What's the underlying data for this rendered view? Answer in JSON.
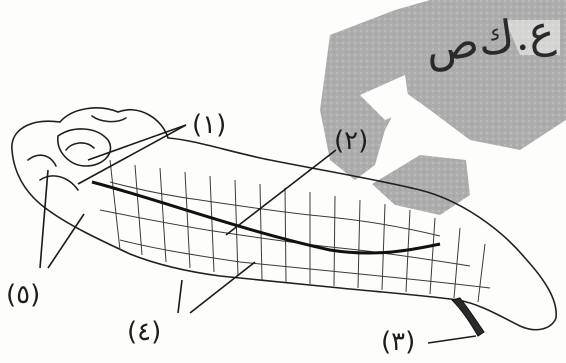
{
  "diagram": {
    "labels": [
      {
        "id": "1",
        "text": "(١)"
      },
      {
        "id": "2",
        "text": "(٢)"
      },
      {
        "id": "3",
        "text": "(٣)"
      },
      {
        "id": "4",
        "text": "(٤)"
      },
      {
        "id": "5",
        "text": "(٥)"
      }
    ],
    "handwriting": "ﻉ.ﻙﺹ"
  },
  "colors": {
    "ink": "#1d1d1d",
    "watermark": "#a9a9a9",
    "paper": "#fdfdfb"
  }
}
